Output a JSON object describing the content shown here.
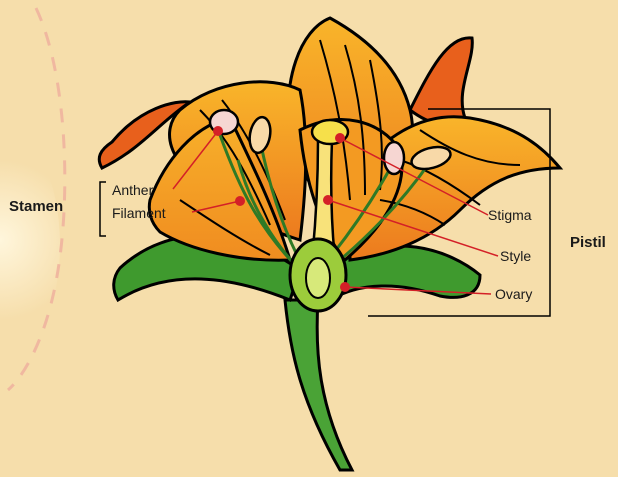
{
  "labels": {
    "stamen": "Stamen",
    "anther": "Anther",
    "filament": "Filament",
    "stigma": "Stigma",
    "style": "Style",
    "ovary": "Ovary",
    "pistil": "Pistil"
  },
  "colors": {
    "background": "#f6deab",
    "petal_orange": "#f4a21c",
    "petal_deep": "#e8601c",
    "leaf_green": "#3f9a2e",
    "pointer_red": "#d42027",
    "filament_green": "#2f7a26"
  }
}
